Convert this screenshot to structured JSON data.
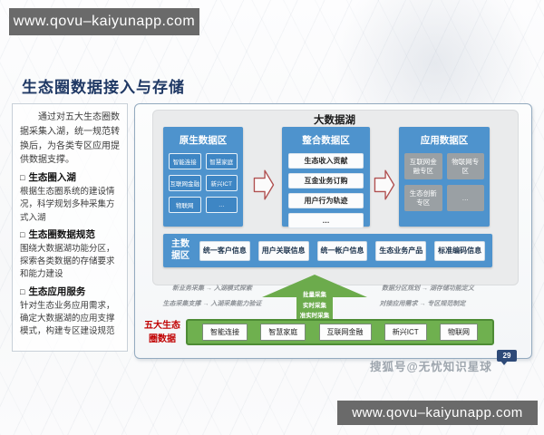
{
  "banners": {
    "top": "www.qovu–kaiyunapp.com",
    "bottom": "www.qovu–kaiyunapp.com"
  },
  "slide": {
    "title": "生态圈数据接入与存储",
    "left_panel": {
      "intro": "通过对五大生态圈数据采集入湖，统一规范转换后，为各类专区应用提供数据支撑。",
      "bullet": "□",
      "sections": [
        {
          "heading": "生态圈入湖",
          "body": "根据生态圈系统的建设情况，科学规划多种采集方式入湖"
        },
        {
          "heading": "生态圈数据规范",
          "body": "围绕大数据湖功能分区，探索各类数据的存储要求和能力建设"
        },
        {
          "heading": "生态应用服务",
          "body": "针对生态业务应用需求，确定大数据湖的应用支撑模式，构建专区建设规范"
        }
      ]
    },
    "diagram": {
      "lake_title": "大数据湖",
      "zones": [
        {
          "title": "原生数据区",
          "items": [
            "智能连接",
            "智慧家庭",
            "互联网金融",
            "新兴ICT",
            "物联网",
            "…"
          ]
        },
        {
          "title": "整合数据区",
          "items": [
            "生态收入贡献",
            "互金业务订购",
            "用户行为轨迹",
            "…"
          ]
        },
        {
          "title": "应用数据区",
          "items": [
            "互联网金融专区",
            "物联网专区",
            "生态创新专区",
            "…"
          ]
        }
      ],
      "master_zone": {
        "label": "主数据区",
        "items": [
          "统一客户信息",
          "用户关联信息",
          "统一帐户信息",
          "生态业务产品",
          "标准编码信息"
        ]
      },
      "annotations": {
        "left": [
          "新业务采集 → 入湖模式探索",
          "生态采集支撑 → 入湖采集能力验证"
        ],
        "right": [
          "数据分区规划 → 湖存储功能定义",
          "对接应用需求 → 专区规范制定"
        ]
      },
      "collect_arrow_labels": [
        "批量采集",
        "实时采集",
        "准实时采集"
      ],
      "source_bar": {
        "label": "五大生态圈数据",
        "items": [
          "智能连接",
          "智慧家庭",
          "互联网金融",
          "新兴ICT",
          "物联网"
        ]
      }
    },
    "footer": {
      "credit": "搜狐号@无忧知识星球",
      "badge_count": "29"
    }
  },
  "colors": {
    "zone_blue": "#4e93cd",
    "chip_blue": "#3e86c4",
    "gray_chip": "#9aa0a4",
    "green": "#6fb04f",
    "green_dark": "#4e8c35",
    "red_arrow": "#b05050",
    "red_text": "#c00000",
    "title_navy": "#1f3864",
    "banner_gray": "#6a6a6a",
    "badge_navy": "#2e4a78"
  }
}
